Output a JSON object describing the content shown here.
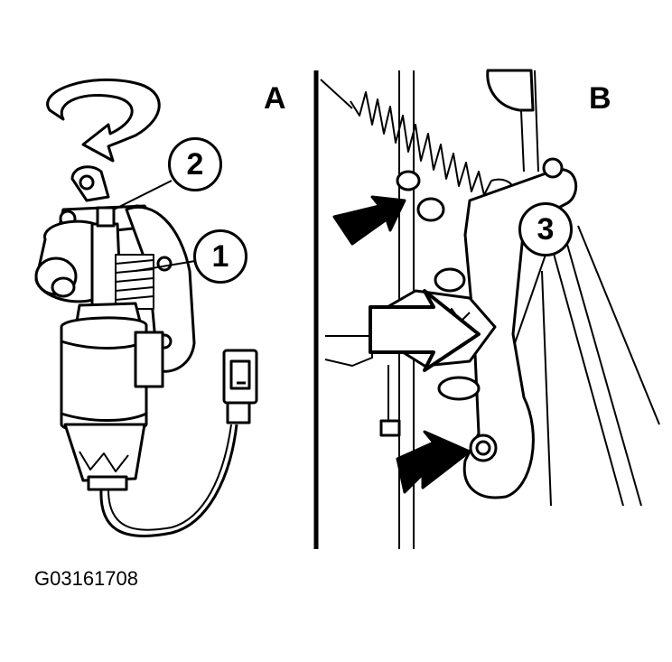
{
  "figure": {
    "panels": [
      {
        "letter": "A"
      },
      {
        "letter": "B"
      }
    ],
    "callouts": [
      {
        "label": "1"
      },
      {
        "label": "2"
      },
      {
        "label": "3"
      }
    ],
    "figure_id": "G03161708"
  },
  "colors": {
    "line": "#000000",
    "fill": "#ffffff"
  }
}
